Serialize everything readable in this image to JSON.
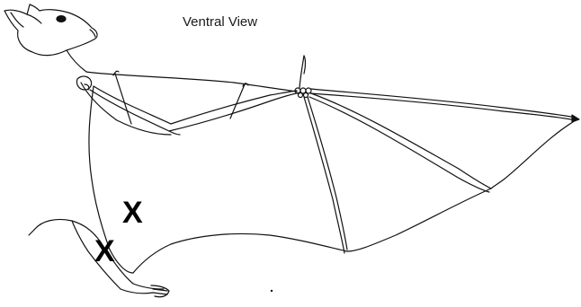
{
  "diagram": {
    "title": "Ventral View",
    "markers": [
      "X",
      "X"
    ],
    "colors": {
      "stroke": "#111111",
      "background": "#ffffff"
    }
  }
}
